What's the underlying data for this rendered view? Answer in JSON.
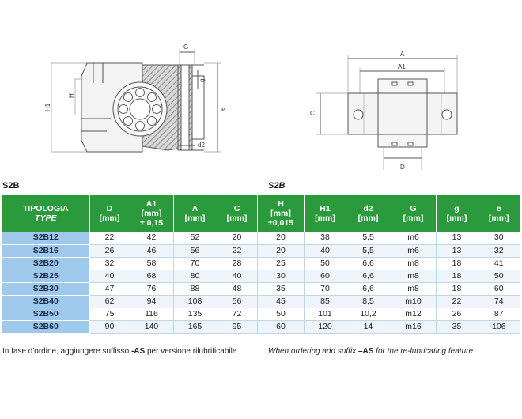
{
  "drawing": {
    "dims_left": [
      "G",
      "H1",
      "H",
      "g",
      "e",
      "d2"
    ],
    "dims_right": [
      "A",
      "A1",
      "C",
      "D"
    ]
  },
  "section_left": "S2B",
  "section_right": "S2B",
  "table": {
    "headers": [
      {
        "lines": [
          "TIPOLOGIA"
        ],
        "italic": "TYPE"
      },
      {
        "lines": [
          "D",
          "[mm]"
        ]
      },
      {
        "lines": [
          "A1",
          "[mm]",
          "± 0,15"
        ]
      },
      {
        "lines": [
          "A",
          "[mm]"
        ]
      },
      {
        "lines": [
          "C",
          "[mm]"
        ]
      },
      {
        "lines": [
          "H",
          "[mm]",
          "±0,015"
        ]
      },
      {
        "lines": [
          "H1",
          "[mm]"
        ]
      },
      {
        "lines": [
          "d2",
          "[mm]"
        ]
      },
      {
        "lines": [
          "G",
          "[mm]"
        ]
      },
      {
        "lines": [
          "g",
          "[mm]"
        ]
      },
      {
        "lines": [
          "e",
          "[mm]"
        ]
      }
    ],
    "rows": [
      [
        "S2B12",
        "22",
        "42",
        "52",
        "20",
        "20",
        "38",
        "5,5",
        "m6",
        "13",
        "30"
      ],
      [
        "S2B16",
        "26",
        "46",
        "56",
        "22",
        "20",
        "40",
        "5,5",
        "m6",
        "13",
        "32"
      ],
      [
        "S2B20",
        "32",
        "58",
        "70",
        "28",
        "25",
        "50",
        "6,6",
        "m8",
        "18",
        "41"
      ],
      [
        "S2B25",
        "40",
        "68",
        "80",
        "40",
        "30",
        "60",
        "6,6",
        "m8",
        "18",
        "50"
      ],
      [
        "S2B30",
        "47",
        "76",
        "88",
        "48",
        "35",
        "70",
        "6,6",
        "m8",
        "18",
        "60"
      ],
      [
        "S2B40",
        "62",
        "94",
        "108",
        "56",
        "45",
        "85",
        "8,5",
        "m10",
        "22",
        "74"
      ],
      [
        "S2B50",
        "75",
        "116",
        "135",
        "72",
        "50",
        "101",
        "10,2",
        "m12",
        "26",
        "87"
      ],
      [
        "S2B60",
        "90",
        "140",
        "165",
        "95",
        "60",
        "120",
        "14",
        "m16",
        "35",
        "106"
      ]
    ]
  },
  "note_it": {
    "pre": "In fase d'ordine, aggiungere suffisso ",
    "bold": "-AS",
    "post": " per versione rilubrificabile."
  },
  "note_en": {
    "pre": "When ordering add suffix ",
    "bold": "–AS",
    "post": " for the re-lubricating feature"
  },
  "colors": {
    "header_green": "#2a9a3c",
    "type_blue": "#9fc9ec",
    "hatch": "#777777"
  }
}
